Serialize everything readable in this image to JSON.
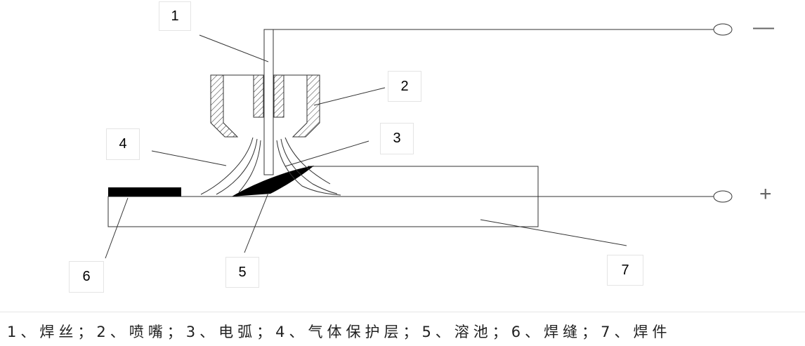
{
  "labels": {
    "n1": "1",
    "n2": "2",
    "n3": "3",
    "n4": "4",
    "n5": "5",
    "n6": "6",
    "n7": "7"
  },
  "polarity": {
    "negative": "—",
    "positive": "+"
  },
  "caption": "1、焊丝；2、喷嘴；3、电弧；4、气体保护层；5、溶池；6、焊缝；7、焊件"
}
